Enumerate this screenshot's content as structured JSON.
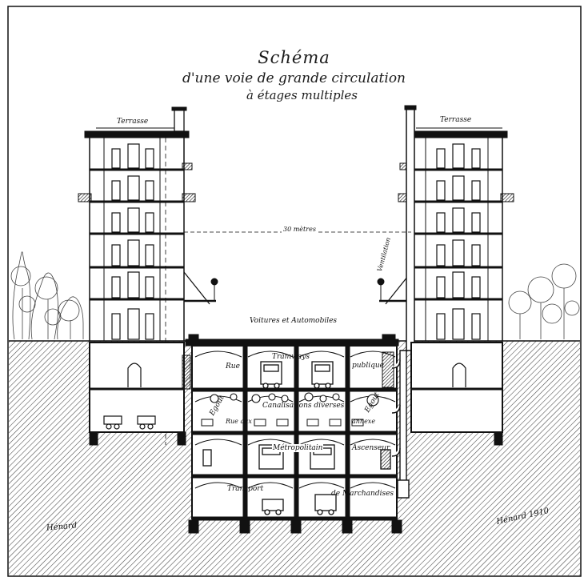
{
  "title": {
    "line1": "Schéma",
    "line2": "d'une voie de grande circulation",
    "line3": "à étages multiples"
  },
  "labels": {
    "terrasse_left": "Terrasse",
    "terrasse_right": "Terrasse",
    "distance": "30 mètres",
    "ventilation": "Ventilation",
    "voitures": "Voitures et Automobiles",
    "rue": "Rue",
    "tramways": "Tramways",
    "publique": "publique",
    "egout": "Egout",
    "rue_aux": "Rue aux",
    "canalisations": "Canalisations diverses",
    "egout2": "Egout",
    "annexe": "annexe",
    "metropolitain": "Métropolitain",
    "ascenseur": "Ascenseur",
    "transport": "Transport",
    "marchandises": "de Marchandises",
    "signature_left": "Hénard",
    "signature_right": "Hénard 1910"
  },
  "colors": {
    "ink": "#111111",
    "paper": "#ffffff",
    "ground_hatch": "#3a3a3a"
  }
}
